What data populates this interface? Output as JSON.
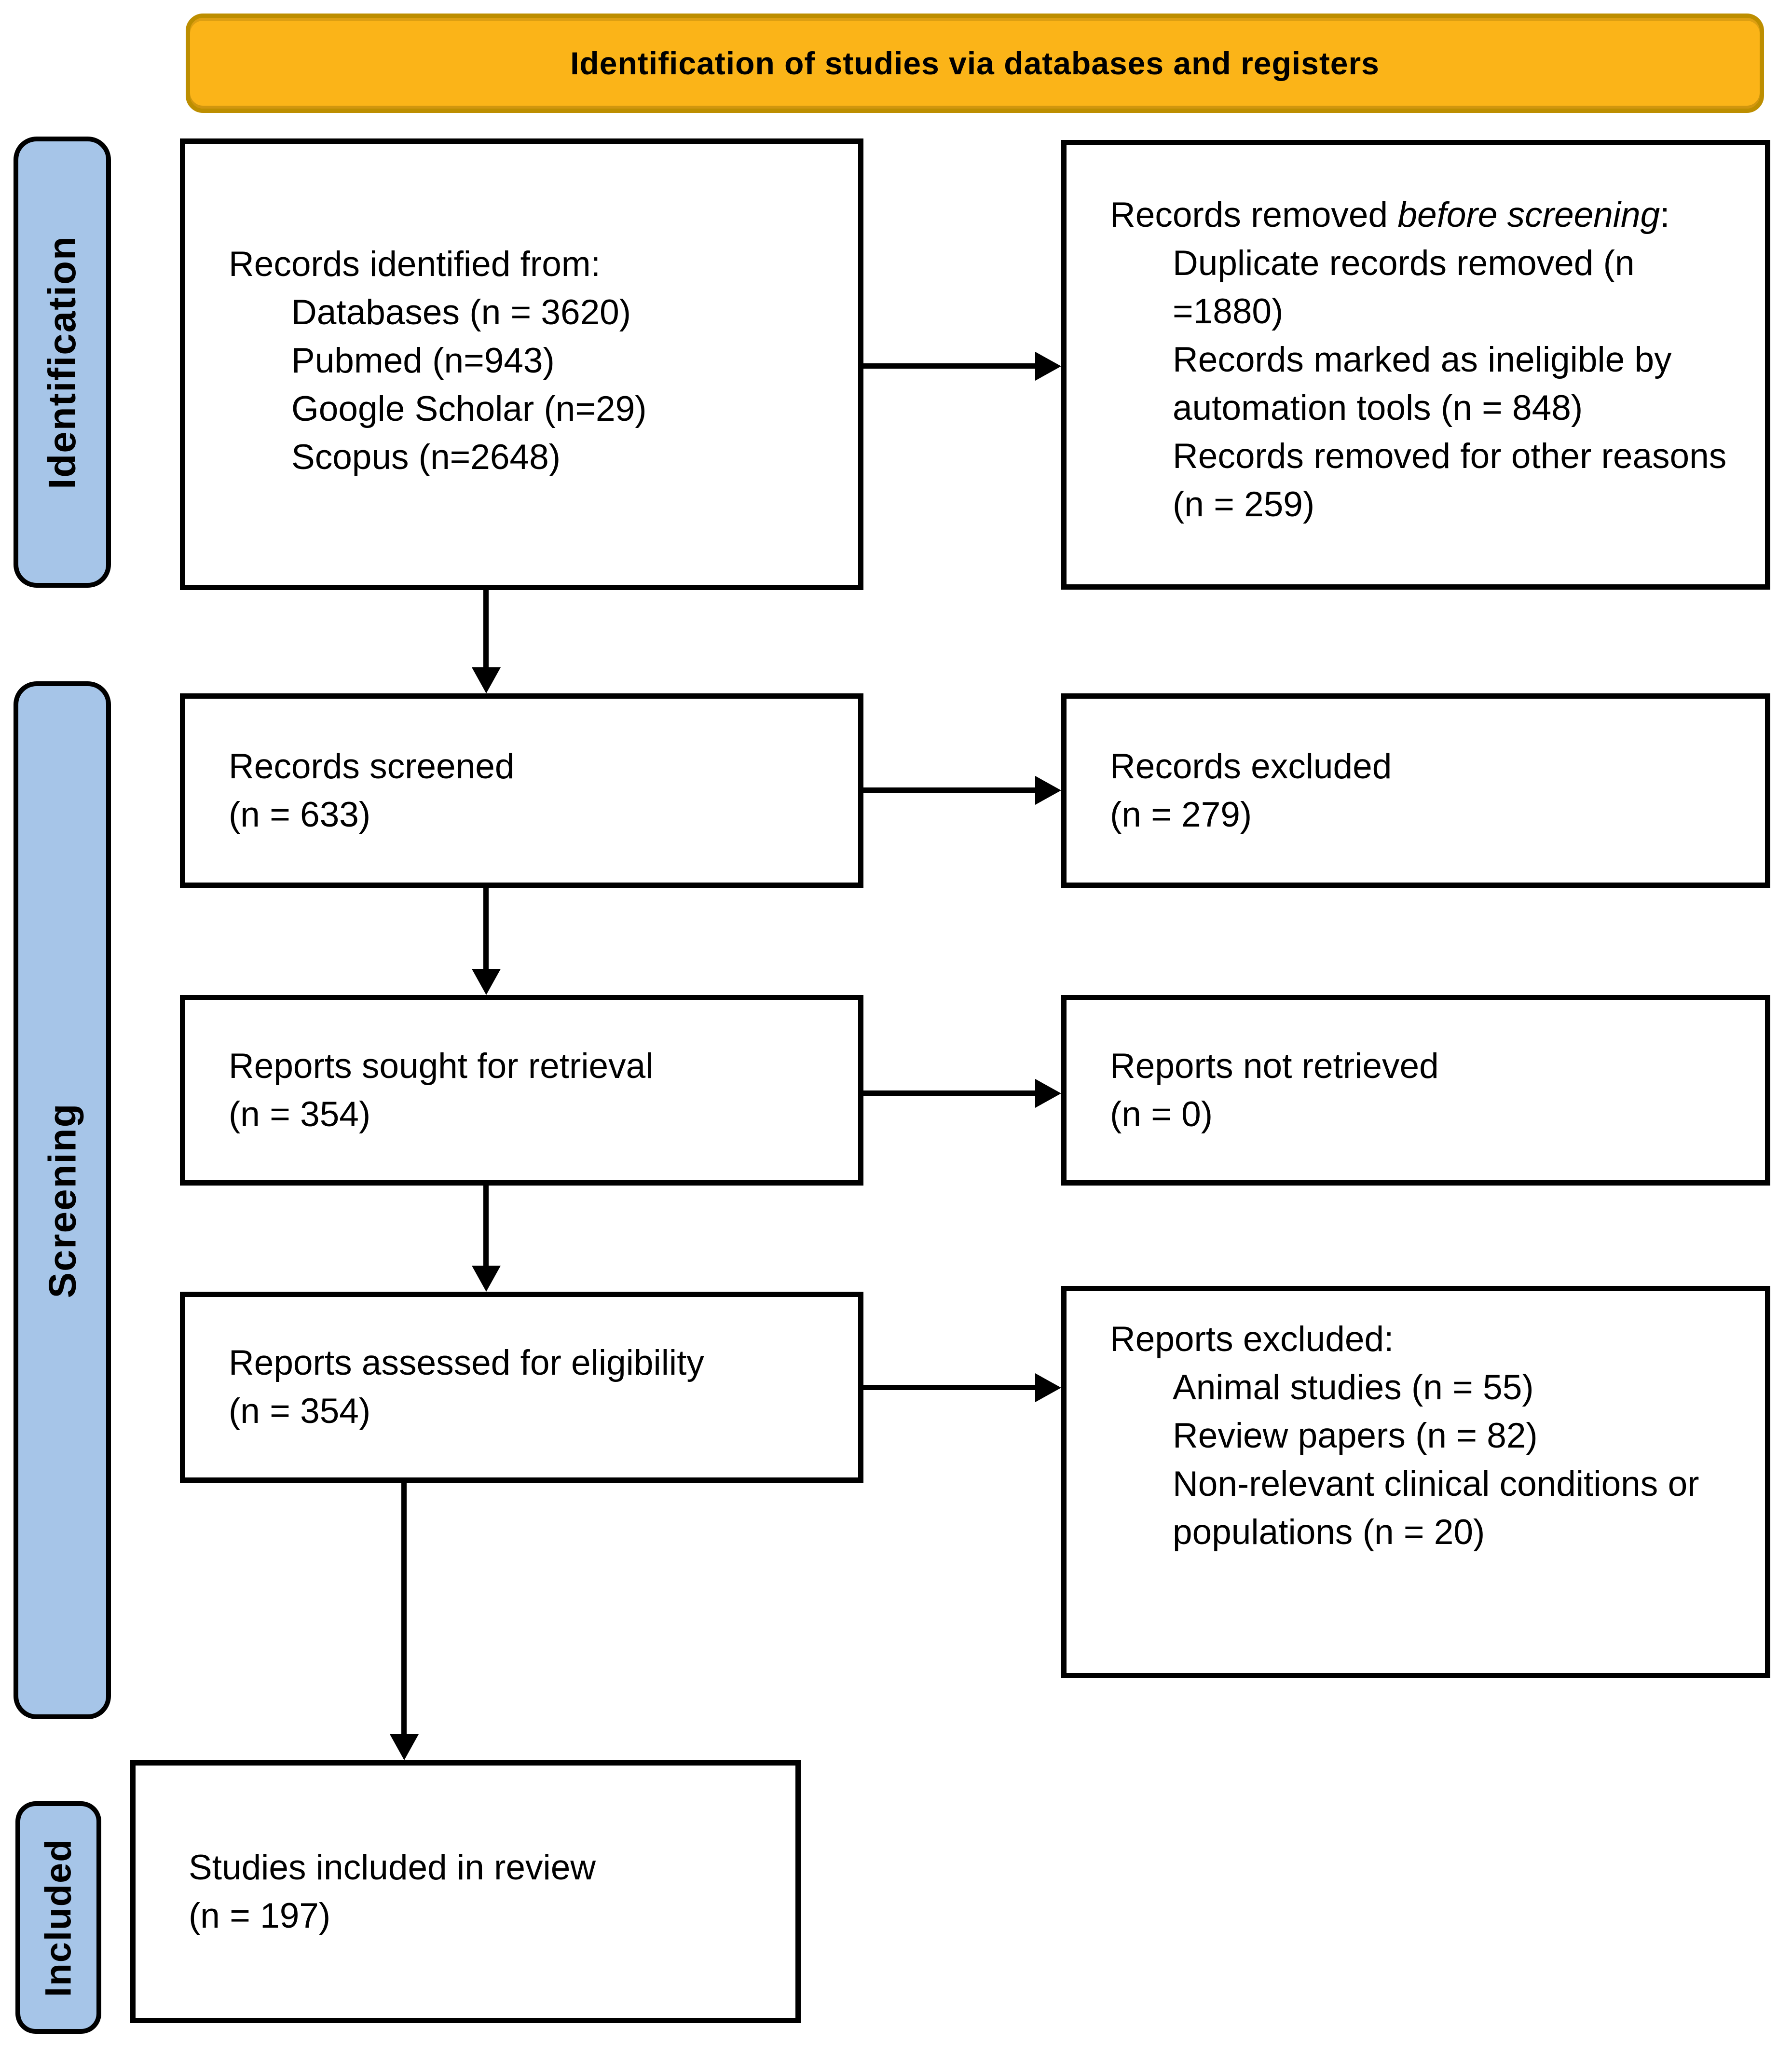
{
  "colors": {
    "banner_bg": "#FBB418",
    "banner_border": "#BD8E00",
    "stage_bg": "#A6C5E8"
  },
  "banner": {
    "title": "Identification of studies via databases and registers"
  },
  "sidebar": {
    "stages": [
      {
        "label": "Identification"
      },
      {
        "label": "Screening"
      },
      {
        "label": "Included"
      }
    ]
  },
  "flow": {
    "records_identified": {
      "title": "Records identified from:",
      "items": [
        "Databases (n = 3620)",
        "Pubmed (n=943)",
        "Google Scholar (n=29)",
        "Scopus (n=2648)"
      ]
    },
    "records_removed": {
      "title_pre": "Records removed ",
      "title_italic": "before screening",
      "title_post": ":",
      "items": [
        "Duplicate records removed (n =1880)",
        "Records marked as ineligible by automation tools (n = 848)",
        "Records removed for other reasons (n = 259)"
      ]
    },
    "records_screened": {
      "line1": "Records screened",
      "line2": "(n = 633)"
    },
    "records_excluded": {
      "line1": "Records excluded",
      "line2": "(n = 279)"
    },
    "reports_sought": {
      "line1": "Reports sought for retrieval",
      "line2": "(n = 354)"
    },
    "reports_not_retrieved": {
      "line1": "Reports not retrieved",
      "line2": "(n = 0)"
    },
    "reports_assessed": {
      "line1": "Reports assessed for eligibility",
      "line2": "(n = 354)"
    },
    "reports_excluded": {
      "title": "Reports excluded:",
      "items": [
        "Animal studies (n = 55)",
        "Review papers (n = 82)",
        "Non-relevant clinical conditions or populations (n = 20)"
      ]
    },
    "studies_included": {
      "line1": "Studies included in review",
      "line2": "(n = 197)"
    }
  }
}
